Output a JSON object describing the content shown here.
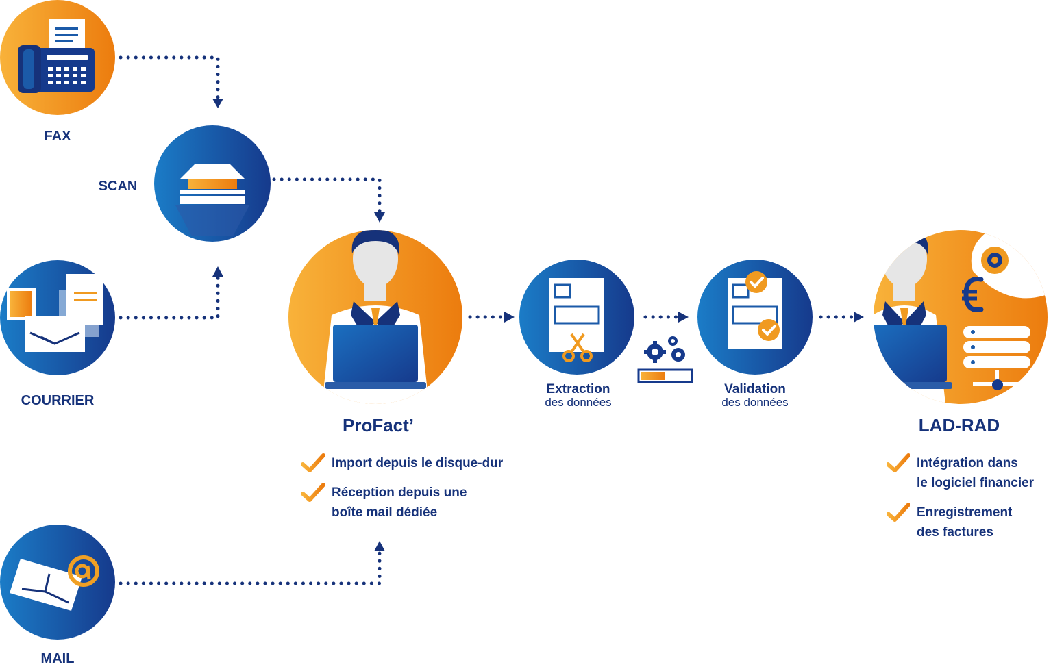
{
  "colors": {
    "navy": "#16327a",
    "blue_light": "#1b7cc7",
    "blue_dark": "#163a8c",
    "orange_light": "#f8b23a",
    "orange_dark": "#ec7c0e",
    "face": "#e6e6e6"
  },
  "sources": {
    "fax": {
      "label": "FAX",
      "icon": "fax-icon"
    },
    "scan": {
      "label": "SCAN",
      "icon": "scanner-icon"
    },
    "courrier": {
      "label": "COURRIER",
      "icon": "mail-letter-icon"
    },
    "mail": {
      "label": "MAIL",
      "icon": "email-at-icon"
    }
  },
  "profact": {
    "title": "ProFact’",
    "items": [
      {
        "lines": [
          "Import depuis le disque-dur"
        ]
      },
      {
        "lines": [
          "Réception depuis une",
          "boîte mail dédiée"
        ]
      }
    ]
  },
  "steps": {
    "extraction": {
      "main": "Extraction",
      "sub": "des données",
      "icon": "document-scissors-icon"
    },
    "validation": {
      "main": "Validation",
      "sub": "des données",
      "icon": "document-check-icon"
    }
  },
  "ladrad": {
    "title": "LAD-RAD",
    "items": [
      {
        "lines": [
          "Intégration dans",
          "le logiciel financier"
        ]
      },
      {
        "lines": [
          "Enregistrement",
          "des factures"
        ]
      }
    ]
  }
}
